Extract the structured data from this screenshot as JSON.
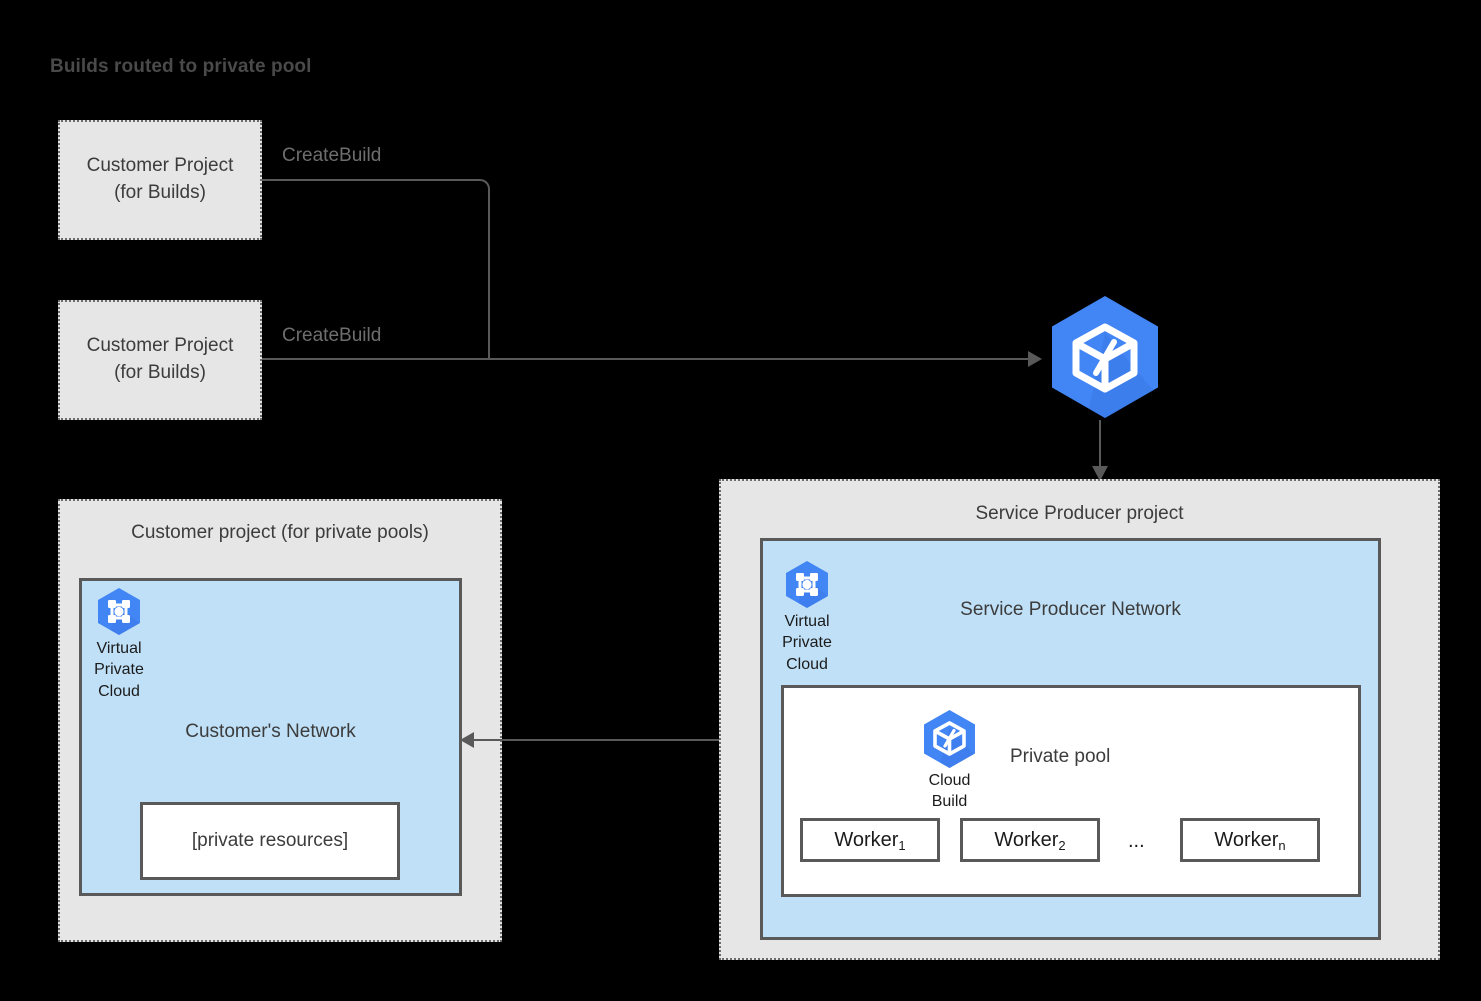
{
  "title": "Builds routed to private pool",
  "customer_build_projects": [
    {
      "label": "Customer Project\n(for Builds)",
      "edge_label": "CreateBuild"
    },
    {
      "label": "Customer Project\n(for Builds)",
      "edge_label": "CreateBuild"
    }
  ],
  "cloud_build_service": {
    "icon": "cloud-build-icon",
    "accent_color": "#4285f4"
  },
  "customer_pool_project": {
    "title": "Customer project (for private pools)",
    "network": {
      "title": "Customer's Network",
      "fill_color": "#bfe0f7",
      "vpc_icon": {
        "icon": "virtual-private-cloud-icon",
        "caption": "Virtual\nPrivate\nCloud"
      },
      "resources_box": {
        "label": "[private resources]"
      }
    }
  },
  "service_producer_project": {
    "title": "Service Producer project",
    "network": {
      "title": "Service Producer Network",
      "fill_color": "#bfe0f7",
      "vpc_icon": {
        "icon": "virtual-private-cloud-icon",
        "caption": "Virtual\nPrivate\nCloud"
      },
      "private_pool": {
        "title": "Private pool",
        "cloud_build_icon": {
          "icon": "cloud-build-icon",
          "caption": "Cloud\nBuild"
        },
        "workers": [
          {
            "name": "Worker",
            "subscript": "1"
          },
          {
            "name": "Worker",
            "subscript": "2"
          },
          {
            "name": "Worker",
            "subscript": "n"
          }
        ],
        "workers_ellipsis": "..."
      }
    }
  },
  "colors": {
    "background": "#000000",
    "box_fill": "#e6e6e6",
    "network_fill": "#bfe0f7",
    "border": "#595959",
    "text": "#3c3c3c",
    "google_blue": "#4285f4"
  }
}
